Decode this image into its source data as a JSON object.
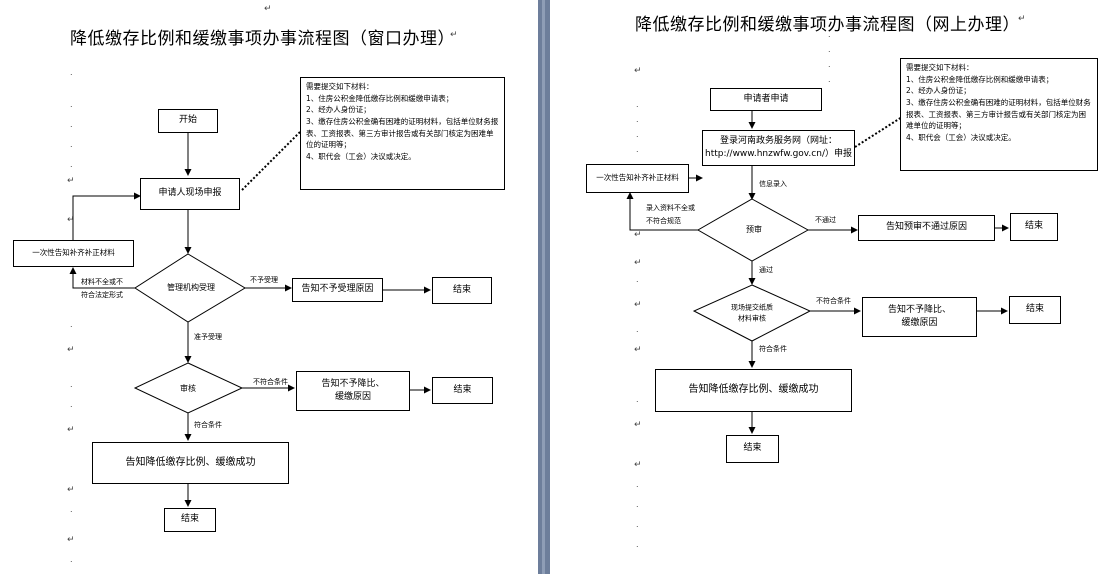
{
  "left": {
    "title": "降低缴存比例和缓缴事项办事流程图（窗口办理）",
    "start": "开始",
    "apply": "申请人现场申报",
    "dia1": "管理机构受理",
    "not_accept": "不予受理",
    "reason1": "告知不予受理原因",
    "end1": "结束",
    "supplement": "一次性告知补齐补正材料",
    "mat_incomplete_1": "材料不全或不",
    "mat_incomplete_2": "符合法定形式",
    "accept": "准予受理",
    "dia2": "审核",
    "not_meet": "不符合条件",
    "reason2_1": "告知不予降比、",
    "reason2_2": "缓缴原因",
    "end2": "结束",
    "meet": "符合条件",
    "success": "告知降低缴存比例、缓缴成功",
    "end3": "结束",
    "note": {
      "head": "需要提交如下材料：",
      "items": [
        "1、住房公积金降低缴存比例和缓缴申请表；",
        "2、经办人身份证；",
        "3、缴存住房公积金确有困难的证明材料，包括单位财务报表、工资报表、第三方审计报告或有关部门核定为困难单位的证明等；",
        "4、职代会（工会）决议或决定。"
      ]
    }
  },
  "right": {
    "title": "降低缴存比例和缓缴事项办事流程图（网上办理）",
    "apply": "申请者申请",
    "portal_1": "登录河南政务服务网（网址：",
    "portal_2": "http://www.hnzwfw.gov.cn/）申报",
    "entry": "信息录入",
    "dia1": "预审",
    "not_pass": "不通过",
    "reason1": "告知预审不通过原因",
    "end1": "结束",
    "supplement": "一次性告知补齐补正材料",
    "incomplete_1": "录入资料不全或",
    "incomplete_2": "不符合规范",
    "pass": "通过",
    "dia2_1": "现场提交纸质",
    "dia2_2": "材料审核",
    "not_meet": "不符合条件",
    "reason2_1": "告知不予降比、",
    "reason2_2": "缓缴原因",
    "end2": "结束",
    "meet": "符合条件",
    "success": "告知降低缴存比例、缓缴成功",
    "end3": "结束",
    "note": {
      "head": "需要提交如下材料：",
      "items": [
        "1、住房公积金降低缴存比例和缓缴申请表；",
        "2、经办人身份证；",
        "3、缴存住房公积金确有困难的证明材料，包括单位财务报表、工资报表、第三方审计报告或有关部门核定为困难单位的证明等；",
        "4、职代会（工会）决议或决定。"
      ]
    }
  }
}
